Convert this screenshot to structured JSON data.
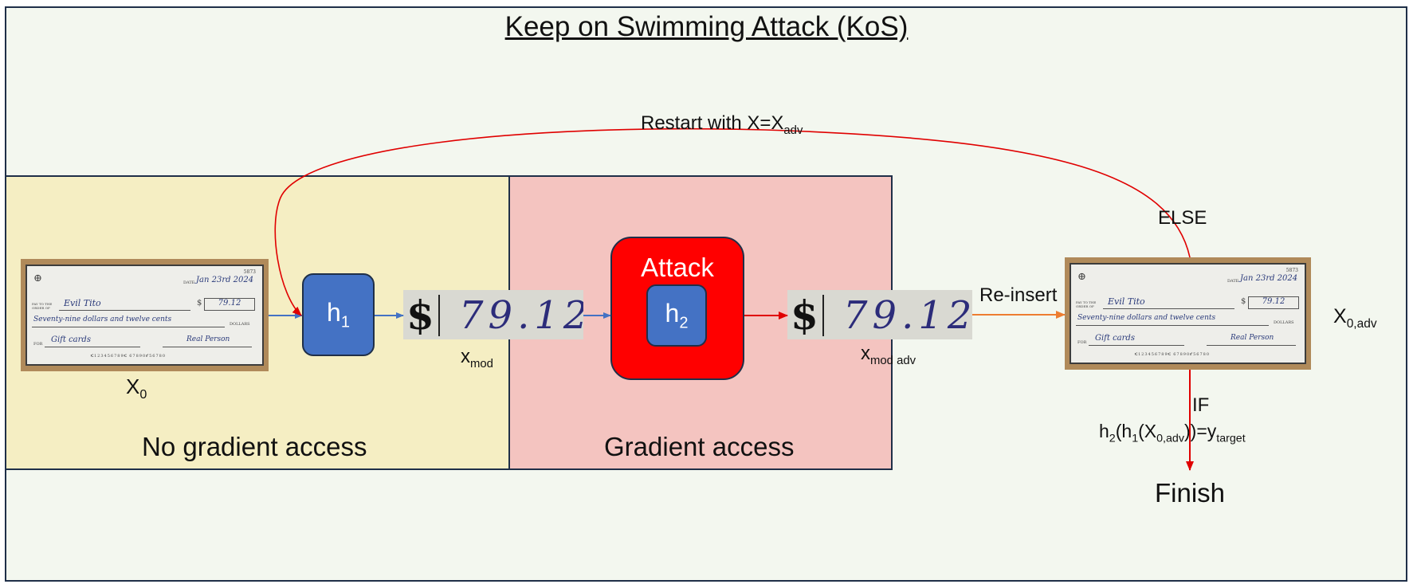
{
  "title": "Keep on Swimming Attack (KoS)",
  "regions": {
    "no_gradient": "No gradient access",
    "gradient": "Gradient access"
  },
  "check": {
    "payee_prefix": "PAY TO THE ORDER OF",
    "payee": "Evil Tito",
    "date_label": "DATE",
    "date": "Jan 23rd 2024",
    "number": "5873",
    "amount_box": "79.12",
    "written_amount": "Seventy-nine dollars and twelve cents",
    "dollars_label": "DOLLARS",
    "for_label": "FOR",
    "memo": "Gift cards",
    "signature": "Real Person",
    "routing": "⑆123456789⑆ 67890⑈56780"
  },
  "models": {
    "h1": {
      "base": "h",
      "sub": "1"
    },
    "h2": {
      "base": "h",
      "sub": "2"
    },
    "attack": "Attack"
  },
  "crops": {
    "symbol": "$",
    "value": "79.12"
  },
  "labels": {
    "x0": {
      "base": "X",
      "sub": "0"
    },
    "xmod": {
      "base": "x",
      "sub": "mod"
    },
    "xmod_adv": {
      "base": "x",
      "sub": "mod adv"
    },
    "x0adv": {
      "base": "X",
      "sub": "0,adv"
    },
    "restart": {
      "text": "Restart with X=X",
      "sub": "adv"
    },
    "reinsert": "Re-insert",
    "else": "ELSE",
    "if": "IF",
    "condition": {
      "p1": "h",
      "s1": "2",
      "p2": "(h",
      "s2": "1",
      "p3": "(X",
      "s3": "0,adv",
      "p4": "))=y",
      "s4": "target"
    },
    "finish": "Finish"
  },
  "colors": {
    "blue_arrow": "#4472c4",
    "red_arrow": "#e00000",
    "orange_arrow": "#ed7d31",
    "no_gradient_bg": "#f5eec3",
    "gradient_bg": "#f4c4c0",
    "model_blue": "#4472c4",
    "attack_red": "#ff0000"
  }
}
